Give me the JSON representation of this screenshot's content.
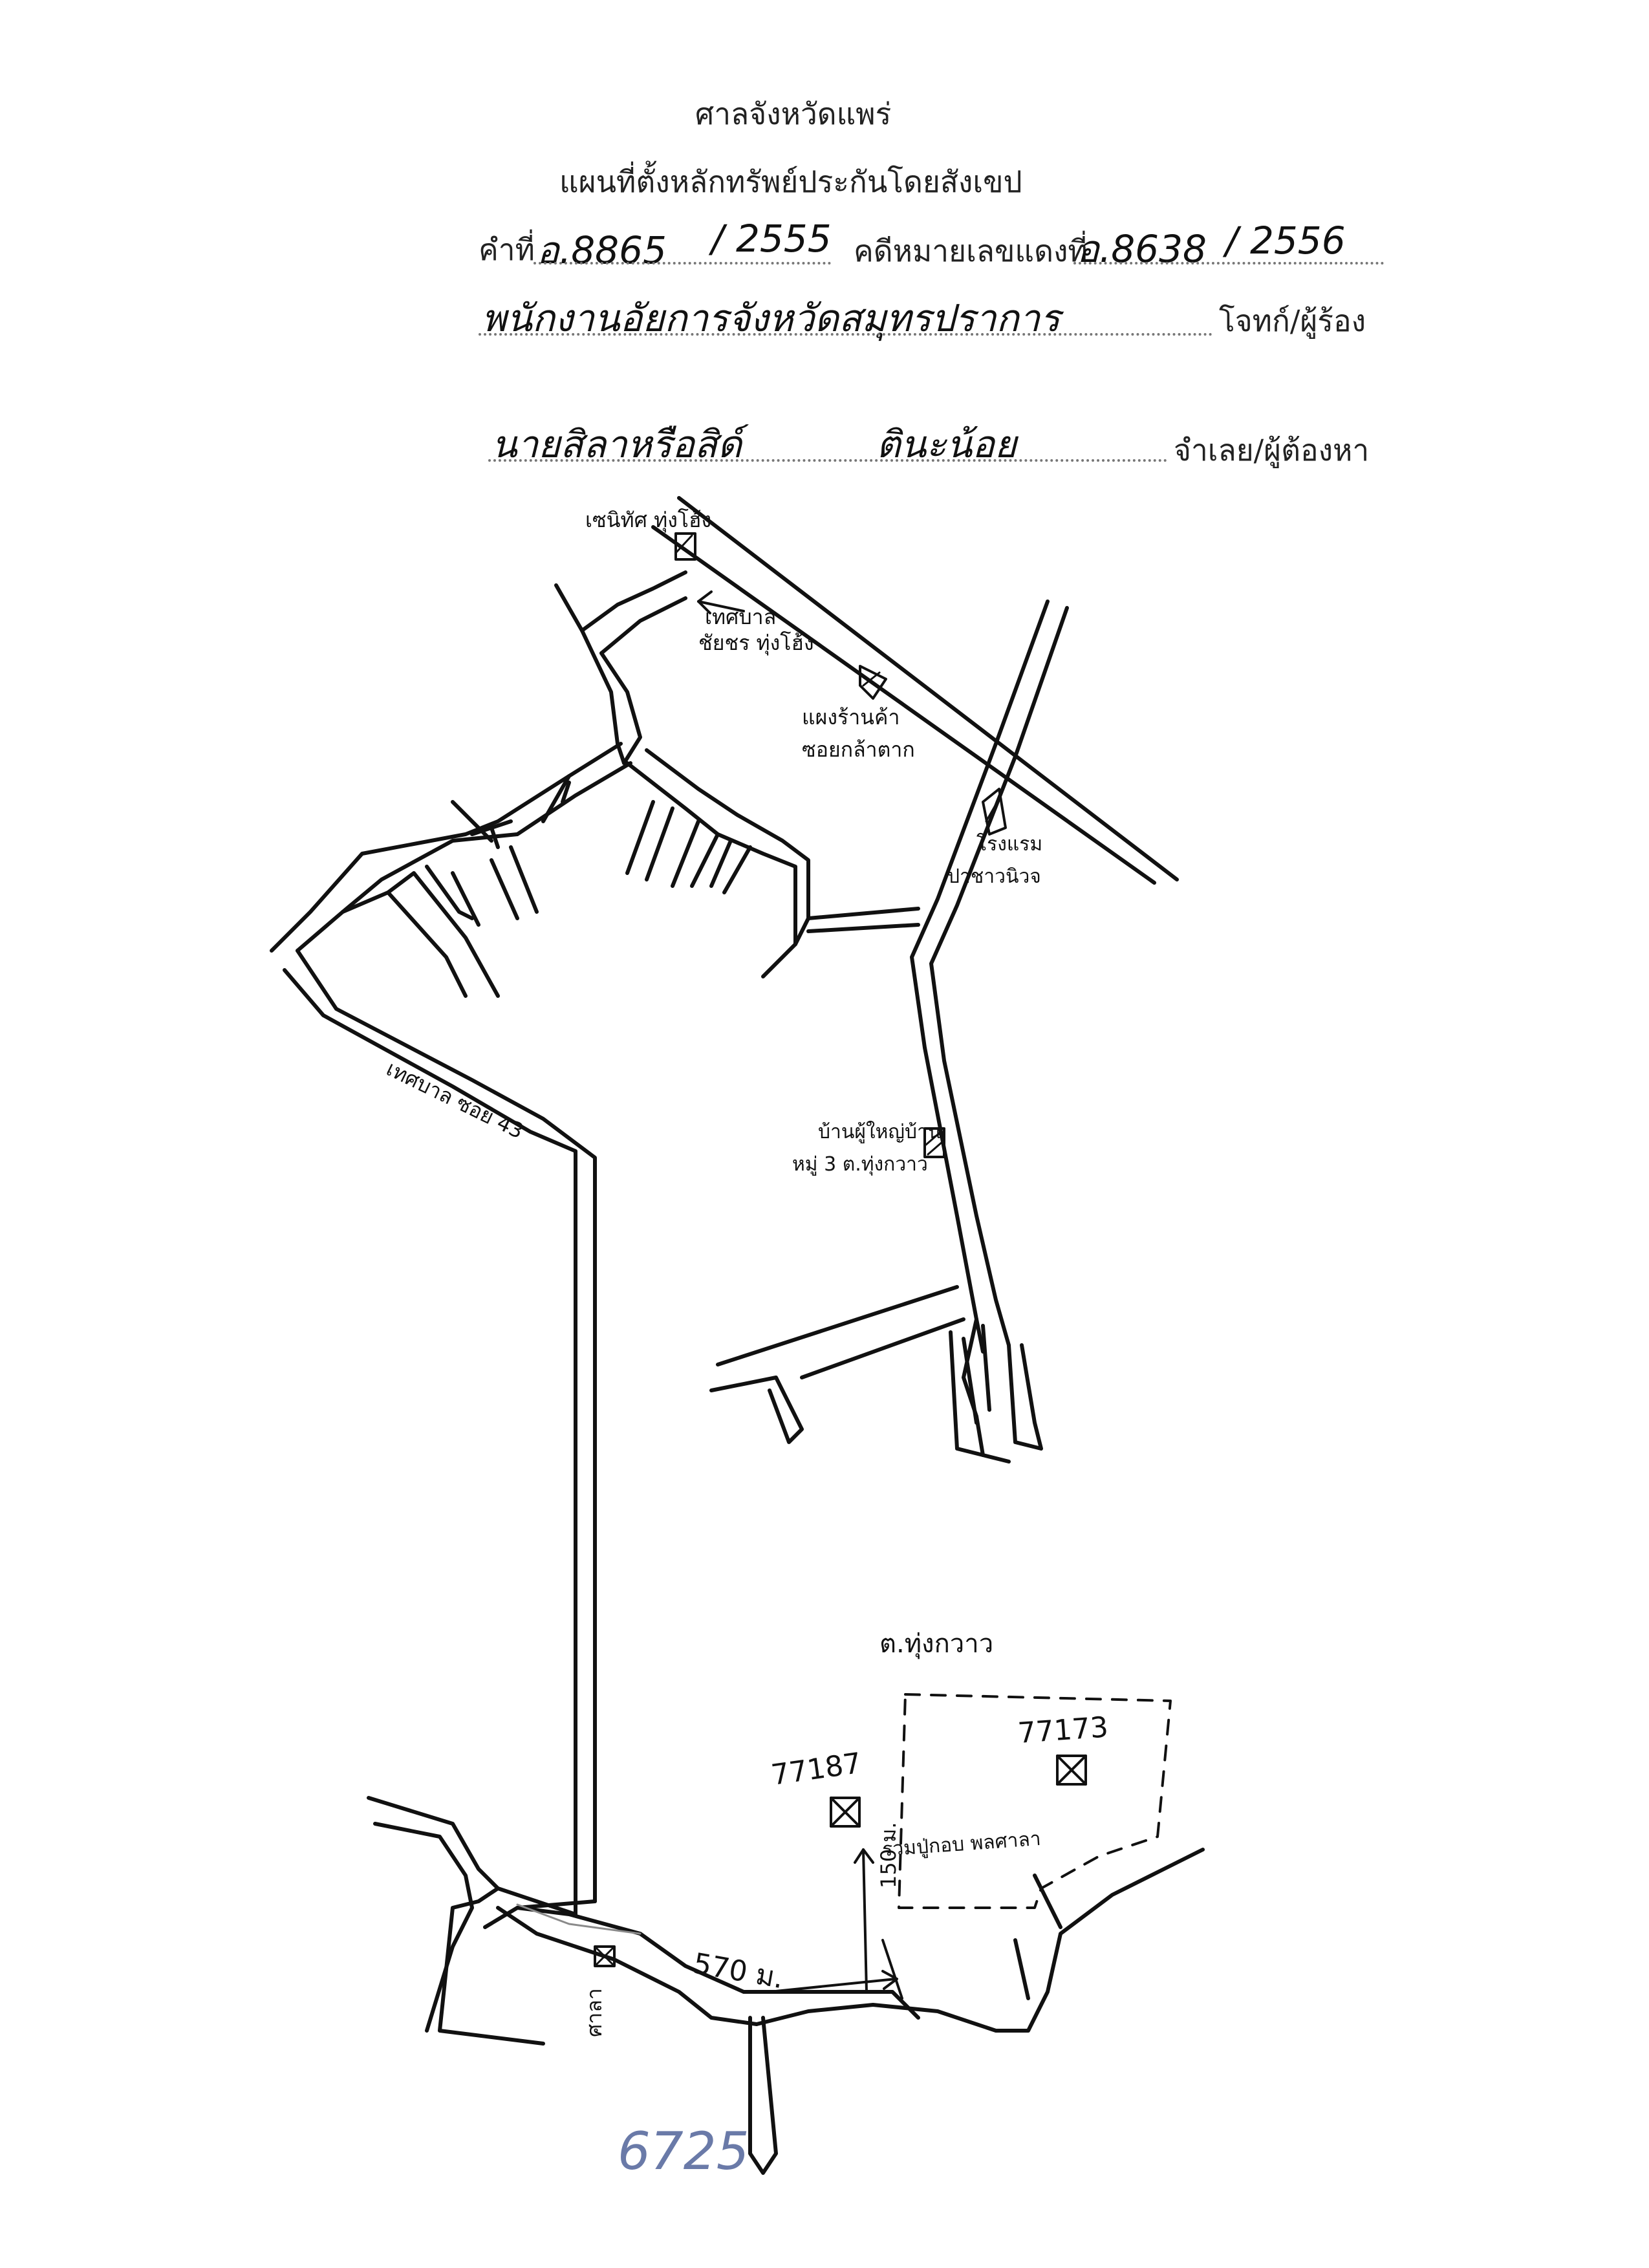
{
  "header": {
    "court": "ศาลจังหวัดแพร่",
    "doc_title": "แผนที่ตั้งหลักทรัพย์ประกันโดยสังเขป",
    "order_label": "คำที่",
    "order_no": "อ.8865",
    "order_year": "2555",
    "redcase_label": "คดีหมายเลขแดงที่",
    "redcase_no": "อ.8638",
    "redcase_year": "2556",
    "plaintiff": "พนักงานอัยการจังหวัดสมุทรปราการ",
    "plaintiff_role": "โจทก์/ผู้ร้อง",
    "defendant_first": "นายสิลาหรือสิด์",
    "defendant_last": "ตินะน้อย",
    "defendant_role": "จำเลย/ผู้ต้องหา"
  },
  "map": {
    "labels": {
      "school_top": "เซนิทัศ ทุ่งโฮ้ง",
      "municipal": "เทศบาล",
      "municipal_2": "ชัยชร ทุ่งโฮ้ง",
      "shop": "แผงร้านค้า",
      "shop_2": "ซอยกล้าตาก",
      "hospital": "โรงแรม",
      "hospital_2": "ปาชาวนิวจ",
      "village": "บ้านผู้ใหญ่บ้าน",
      "village_2": "หมู่ 3 ต.ทุ่งกวาว",
      "road_name": "เทศบาล ซอย 43",
      "subdistrict": "ต.ทุ่งกวาว",
      "lot_a": "77187",
      "lot_b": "77173",
      "river_note": "รวมปู่กอบ พลศาลา",
      "dist_short": "150 ม.",
      "dist_long": "570 ม.",
      "shrine": "ศาลา"
    },
    "pencil_note": "6725"
  }
}
